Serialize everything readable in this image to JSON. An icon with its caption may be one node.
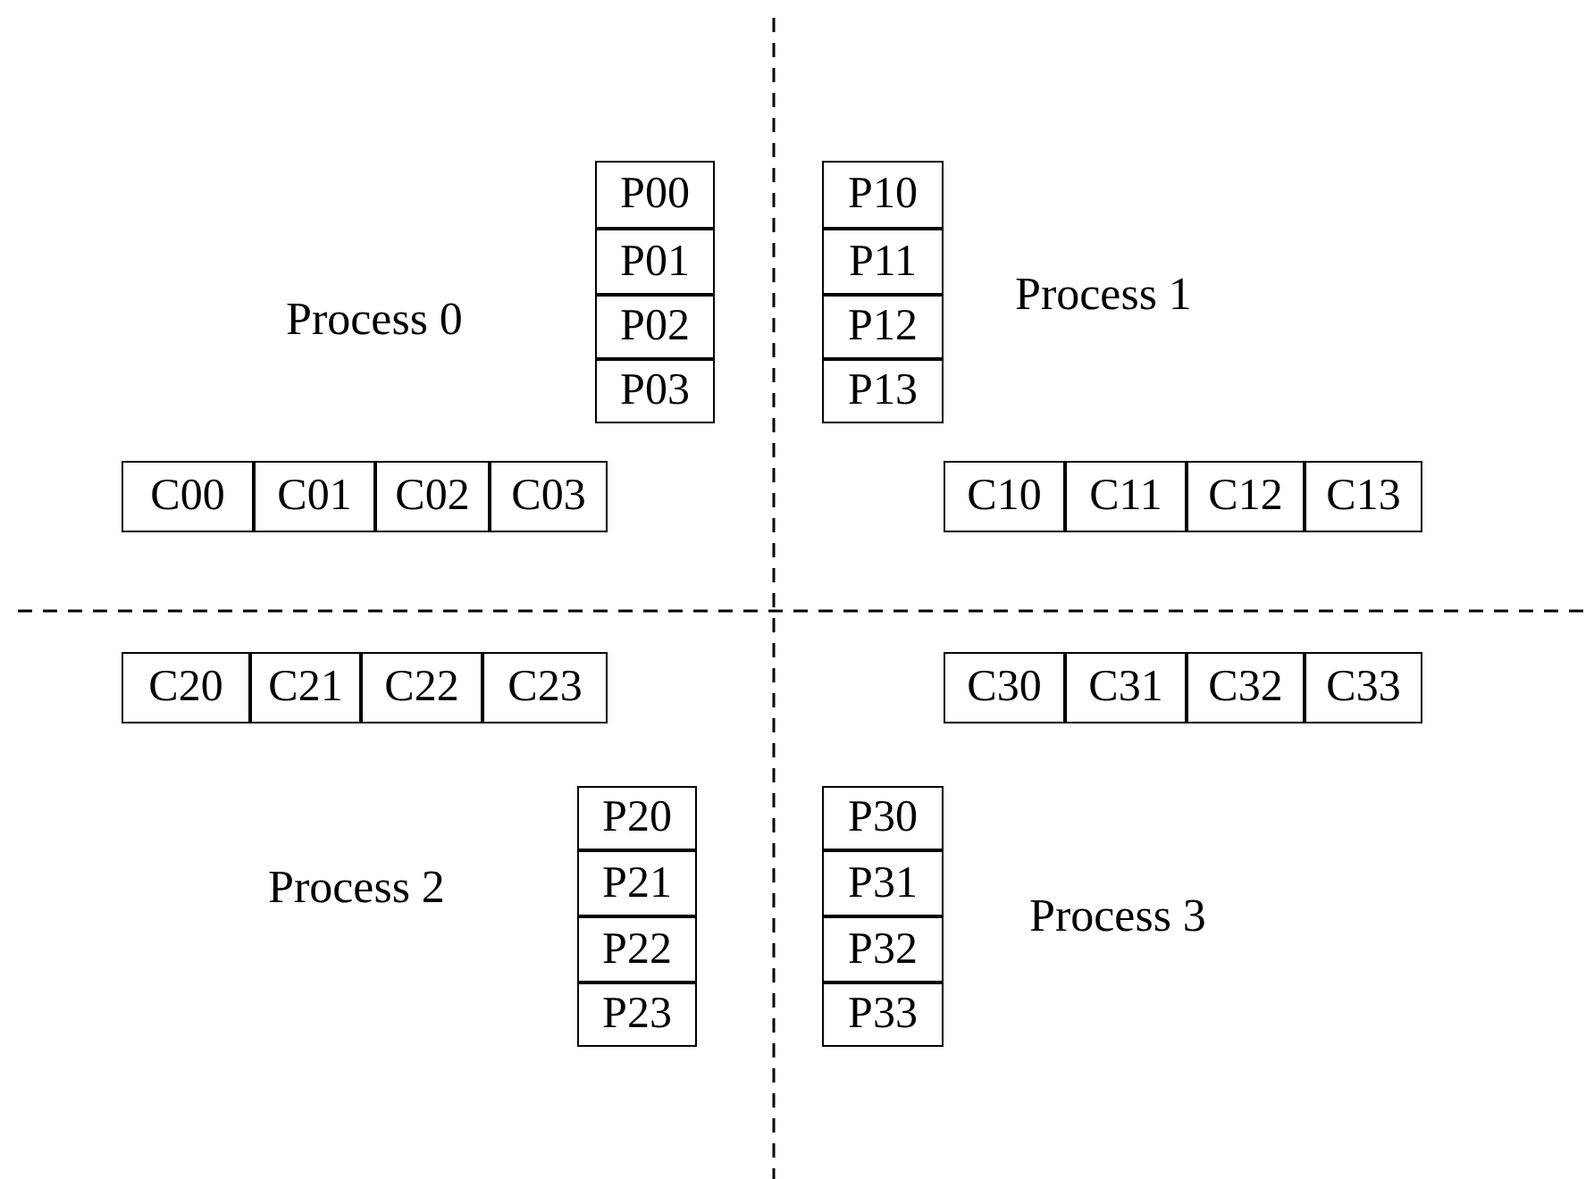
{
  "diagram": {
    "nodes": [
      {
        "text": [
          "P00"
        ]
      },
      {
        "text": [
          "P01"
        ]
      },
      {
        "text": [
          "P02"
        ]
      },
      {
        "text": [
          "P03"
        ]
      },
      {
        "text": [
          "P10"
        ]
      },
      {
        "text": [
          "P11"
        ]
      },
      {
        "text": [
          "P12"
        ]
      },
      {
        "text": [
          "P13"
        ]
      },
      {
        "text": [
          "C00"
        ]
      },
      {
        "text": [
          "C01"
        ]
      },
      {
        "text": [
          "C02"
        ]
      },
      {
        "text": [
          "C03"
        ]
      },
      {
        "text": [
          "C10"
        ]
      },
      {
        "text": [
          "C11"
        ]
      },
      {
        "text": [
          "C12"
        ]
      },
      {
        "text": [
          "C13"
        ]
      },
      {
        "text": [
          "C20"
        ]
      },
      {
        "text": [
          "C21"
        ]
      },
      {
        "text": [
          "C22"
        ]
      },
      {
        "text": [
          "C23"
        ]
      },
      {
        "text": [
          "C30"
        ]
      },
      {
        "text": [
          "C31"
        ]
      },
      {
        "text": [
          "C32"
        ]
      },
      {
        "text": [
          "C33"
        ]
      },
      {
        "text": [
          "P20"
        ]
      },
      {
        "text": [
          "P21"
        ]
      },
      {
        "text": [
          "P22"
        ]
      },
      {
        "text": [
          "P23"
        ]
      },
      {
        "text": [
          "P30"
        ]
      },
      {
        "text": [
          "P31"
        ]
      },
      {
        "text": [
          "P32"
        ]
      },
      {
        "text": [
          "P33"
        ]
      }
    ],
    "labels": [
      "Process 0",
      "Process 1",
      "Process 2",
      "Process 3"
    ]
  }
}
